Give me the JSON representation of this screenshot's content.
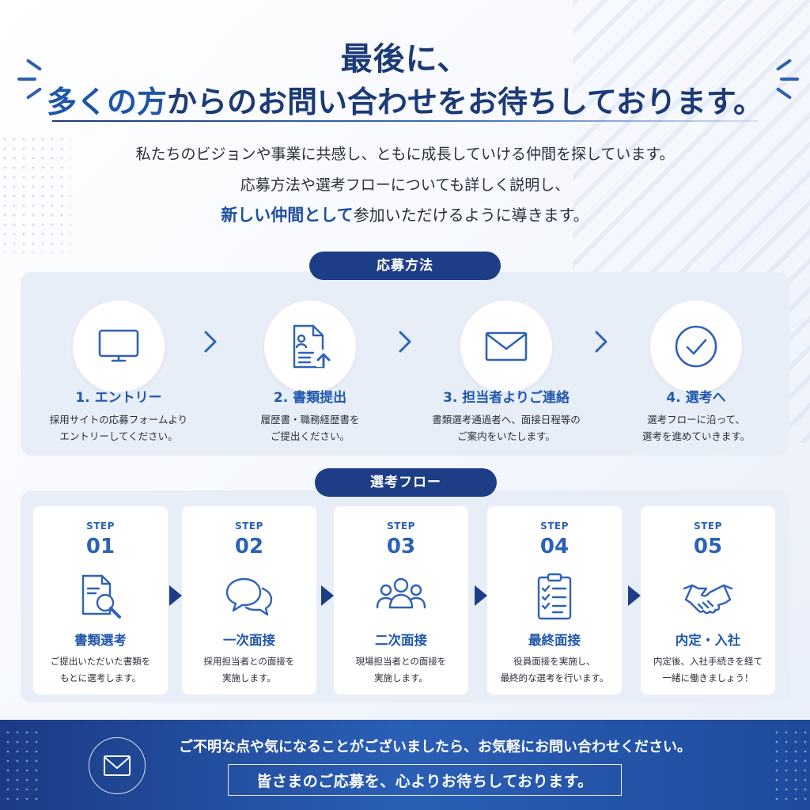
{
  "heading": {
    "line1": "最後に、",
    "line2_accent": "多くの方",
    "line2_rest": "からのお問い合わせをお待ちしております。"
  },
  "intro": {
    "line1": "私たちのビジョンや事業に共感し、ともに成長していける仲間を探しています。",
    "line2": "応募方法や選考フローについても詳しく説明し、",
    "line3_highlight": "新しい仲間として",
    "line3_rest": "参加いただけるように導きます。"
  },
  "apply": {
    "section_label": "応募方法",
    "steps": [
      {
        "title": "1. エントリー",
        "desc1": "採用サイトの応募フォームより",
        "desc2": "エントリーしてください。",
        "icon": "monitor-icon"
      },
      {
        "title": "2. 書類提出",
        "desc1": "履歴書・職務経歴書を",
        "desc2": "ご提出ください。",
        "icon": "document-upload-icon"
      },
      {
        "title": "3. 担当者よりご連絡",
        "desc1": "書類選考通過者へ、面接日程等の",
        "desc2": "ご案内をいたします。",
        "icon": "envelope-icon"
      },
      {
        "title": "4. 選考へ",
        "desc1": "選考フローに沿って、",
        "desc2": "選考を進めていきます。",
        "icon": "check-circle-icon"
      }
    ]
  },
  "flow": {
    "section_label": "選考フロー",
    "steps": [
      {
        "step_label": "STEP",
        "number": "01",
        "title": "書類選考",
        "desc1": "ご提出いただいた書類を",
        "desc2": "もとに選考します。",
        "icon": "document-search-icon"
      },
      {
        "step_label": "STEP",
        "number": "02",
        "title": "一次面接",
        "desc1": "採用担当者との面接を",
        "desc2": "実施します。",
        "icon": "chat-bubbles-icon"
      },
      {
        "step_label": "STEP",
        "number": "03",
        "title": "二次面接",
        "desc1": "現場担当者との面接を",
        "desc2": "実施します。",
        "icon": "group-icon"
      },
      {
        "step_label": "STEP",
        "number": "04",
        "title": "最終面接",
        "desc1": "役員面接を実施し、",
        "desc2": "最終的な選考を行います。",
        "icon": "clipboard-checklist-icon"
      },
      {
        "step_label": "STEP",
        "number": "05",
        "title": "内定・入社",
        "desc1": "内定後、入社手続きを経て",
        "desc2": "一緒に働きましょう！",
        "icon": "handshake-icon"
      }
    ]
  },
  "footer": {
    "line1": "ご不明な点や気になることがございましたら、お気軽にお問い合わせください。",
    "line2": "皆さまのご応募を、心よりお待ちしております。",
    "icon": "mail-icon"
  },
  "colors": {
    "navy": "#1d3e86",
    "accent_blue": "#2158ad",
    "panel_bg": "#e8eef8"
  }
}
